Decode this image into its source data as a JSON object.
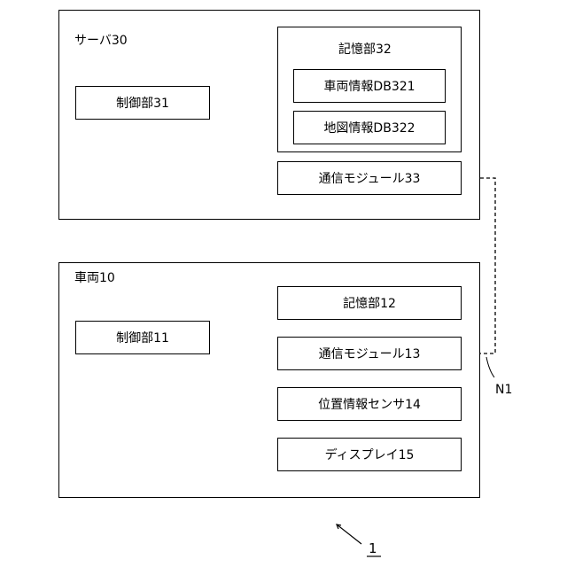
{
  "server": {
    "title": "サーバ30",
    "control": "制御部31",
    "storage": {
      "title": "記憶部32",
      "vehicle_db": "車両情報DB321",
      "map_db": "地図情報DB322"
    },
    "comm_module": "通信モジュール33"
  },
  "vehicle": {
    "title": "車両10",
    "control": "制御部11",
    "storage": "記憶部12",
    "comm_module": "通信モジュール13",
    "position_sensor": "位置情報センサ14",
    "display": "ディスプレイ15"
  },
  "network_label": "N1",
  "system_label": "1"
}
